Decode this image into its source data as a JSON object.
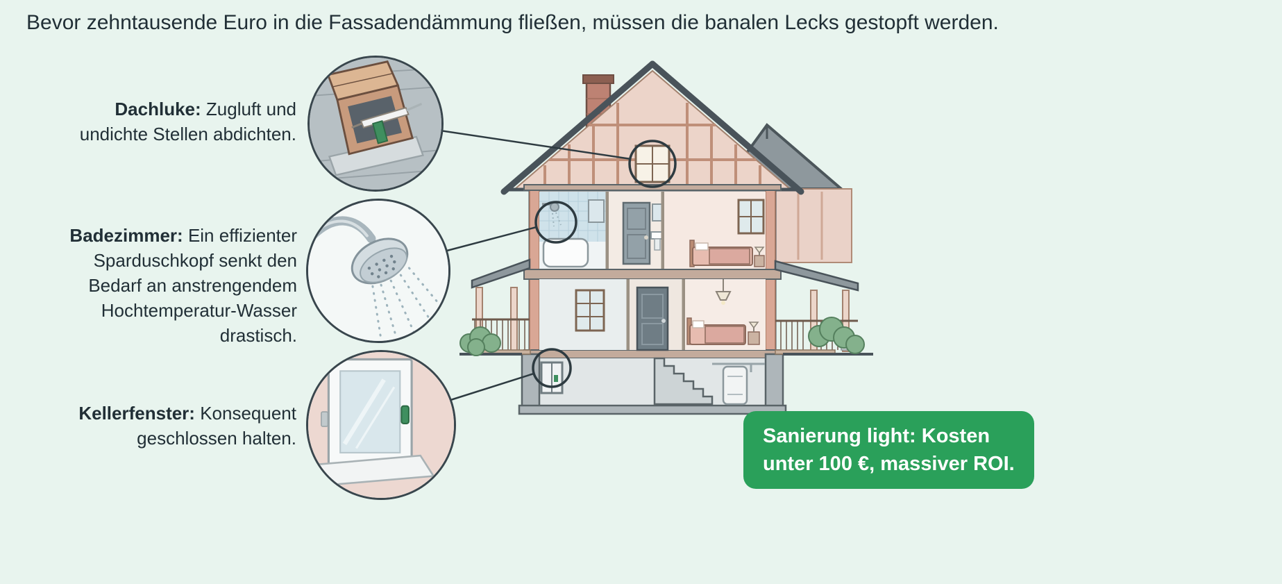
{
  "headline": "Bevor zehntausende Euro in die Fassadendämmung fließen, müssen die banalen Lecks gestopft werden.",
  "callouts": [
    {
      "id": "dachluke",
      "term": "Dachluke:",
      "text": "Zugluft und undichte Stellen abdichten.",
      "icon": "roof-hatch-caulk-icon"
    },
    {
      "id": "badezimmer",
      "term": "Badezimmer:",
      "text": "Ein effizienter Sparduschkopf senkt den Bedarf an anstrengendem Hochtemperatur-Wasser drastisch.",
      "icon": "shower-head-icon"
    },
    {
      "id": "kellerfenster",
      "term": "Kellerfenster:",
      "text": "Konsequent geschlossen halten.",
      "icon": "basement-window-icon"
    }
  ],
  "badge": {
    "line1": "Sanierung light: Kosten",
    "line2": "unter 100 €, massiver ROI."
  },
  "illustration": {
    "name": "house-cross-section",
    "markers": [
      "attic-hatch",
      "bathroom-shower",
      "basement-window"
    ]
  },
  "colors": {
    "background": "#e8f4ee",
    "text": "#212f36",
    "badge_background": "#2aa05a",
    "badge_text": "#ffffff",
    "connector_line": "#2e3b41"
  }
}
